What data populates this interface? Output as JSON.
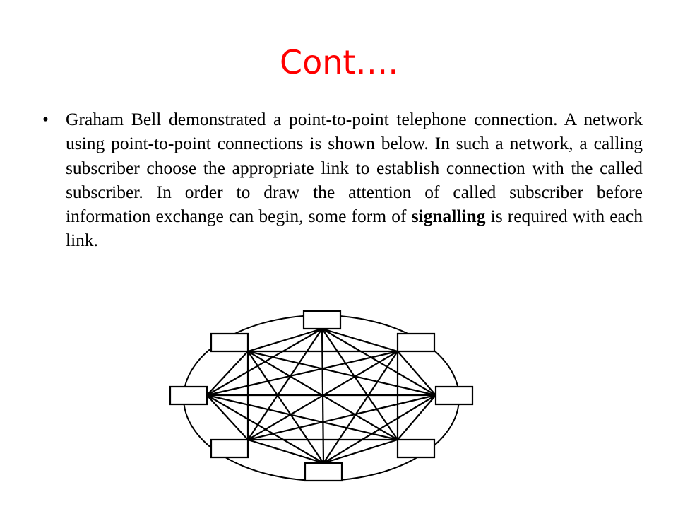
{
  "slide": {
    "title": "Cont….",
    "bullet_marker": "•",
    "bullet": {
      "part1": "Graham Bell demonstrated a point-to-point telephone connection. A network using point-to-point connections is shown below. In such a network, a calling subscriber choose the  appropriate link to establish connection with the called subscriber. In order to draw the attention of called subscriber before information exchange can begin, some form of ",
      "emphasis": "signalling",
      "part2": " is required with each link."
    }
  },
  "colors": {
    "title": "#ff0000",
    "text": "#000000",
    "diagram": "#000000"
  },
  "diagram": {
    "type": "fully-connected point-to-point network",
    "node_count": 8,
    "link_count": 28
  }
}
